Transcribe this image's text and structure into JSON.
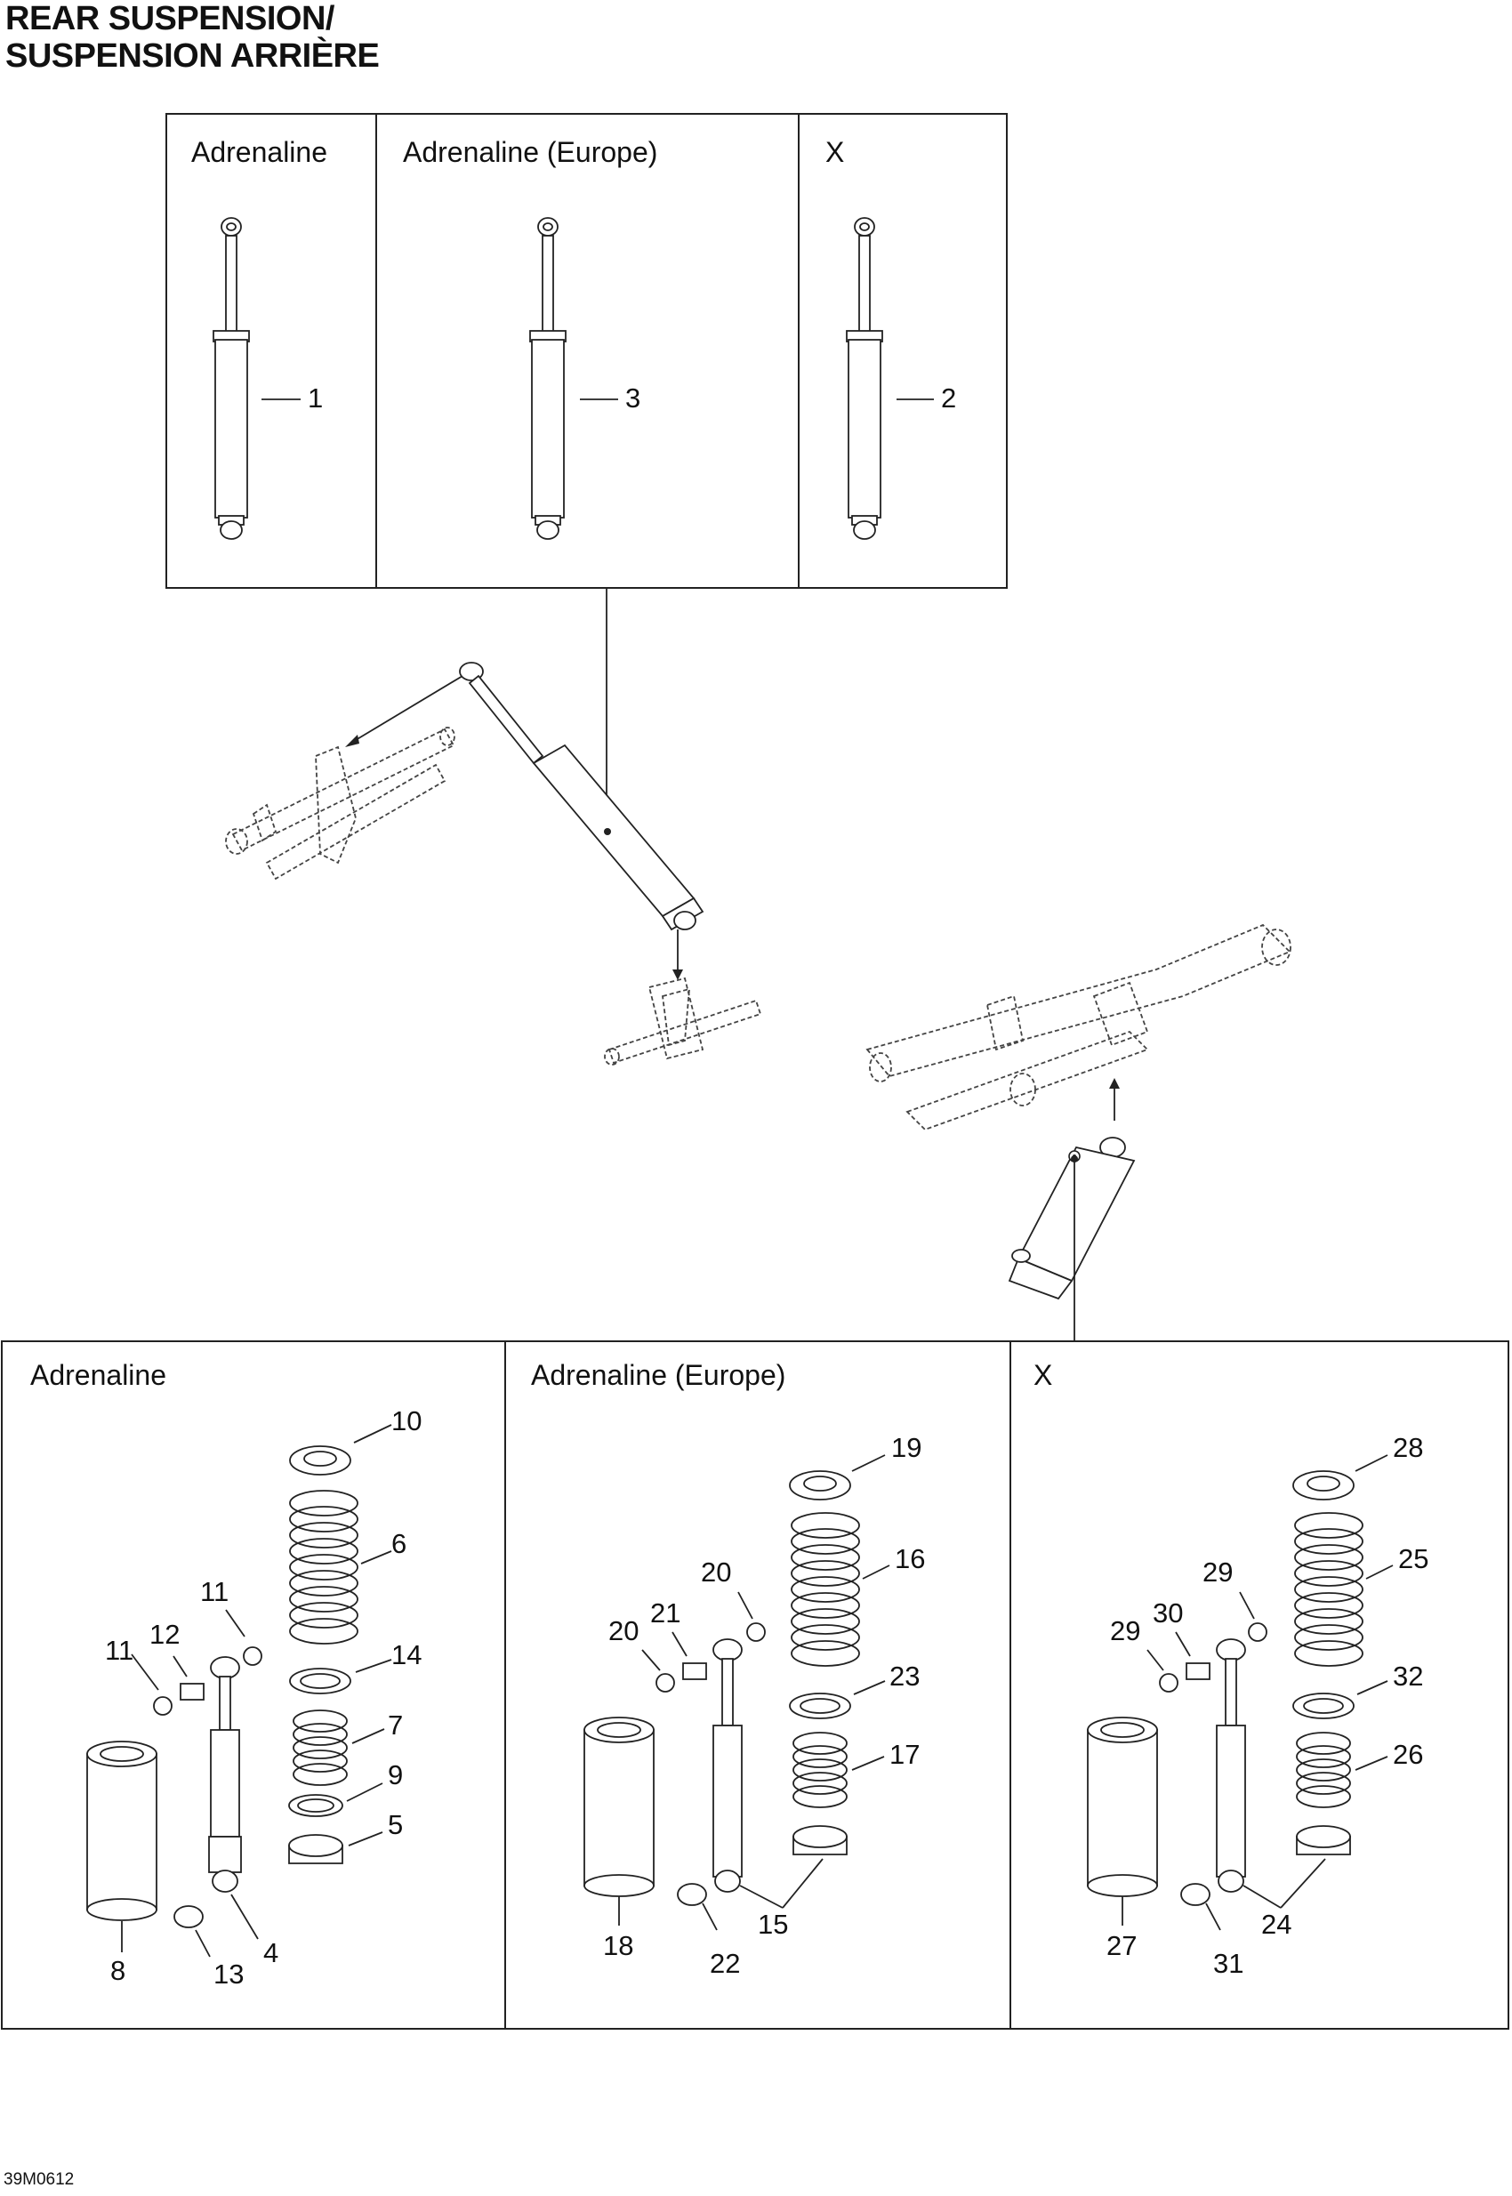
{
  "title": {
    "line1": "REAR SUSPENSION/",
    "line2": "SUSPENSION ARRIÈRE"
  },
  "top_panel": {
    "labels": [
      "Adrenaline",
      "Adrenaline (Europe)",
      "X"
    ],
    "callouts": [
      "1",
      "3",
      "2"
    ]
  },
  "bottom_panel": {
    "labels": [
      "Adrenaline",
      "Adrenaline (Europe)",
      "X"
    ],
    "adrenaline_callouts": [
      "10",
      "6",
      "11",
      "12",
      "11",
      "14",
      "7",
      "9",
      "5",
      "8",
      "13",
      "4"
    ],
    "europe_callouts": [
      "19",
      "16",
      "20",
      "21",
      "20",
      "23",
      "17",
      "15",
      "18",
      "22"
    ],
    "x_callouts": [
      "28",
      "25",
      "29",
      "30",
      "29",
      "32",
      "26",
      "24",
      "27",
      "31"
    ]
  },
  "doc_id": "39M0612"
}
